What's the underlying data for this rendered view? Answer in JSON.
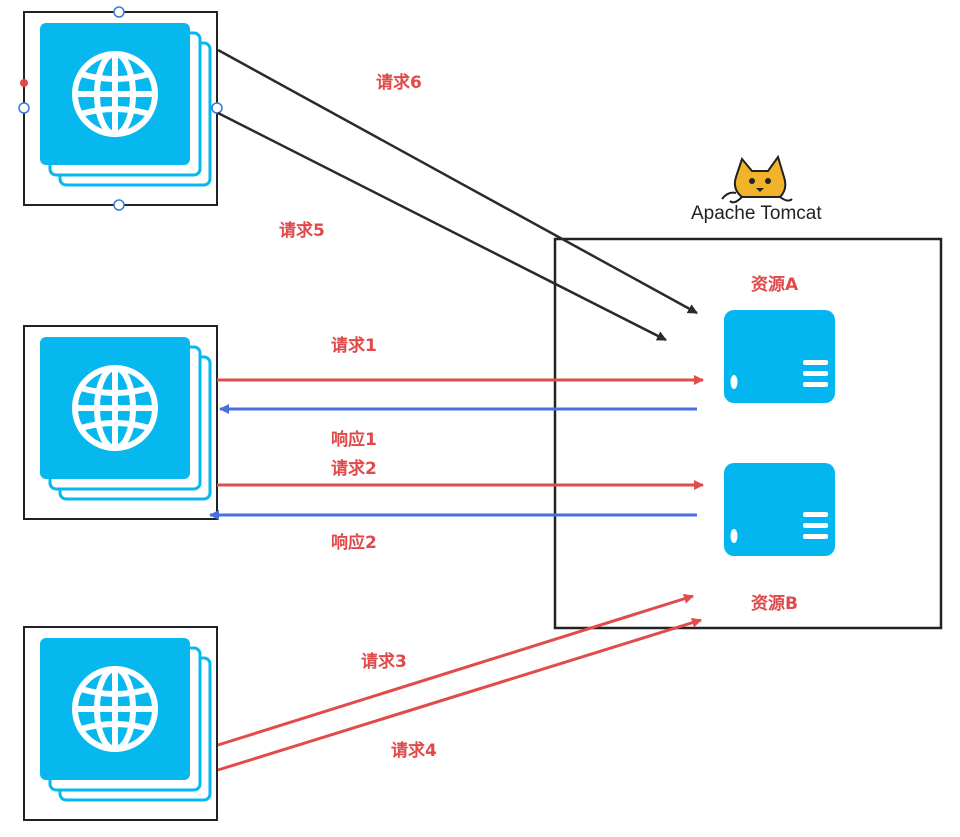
{
  "colors": {
    "request_arrow": "#e24b4b",
    "response_arrow": "#4a6fe3",
    "dark_arrow": "#2a2a2a",
    "label_red": "#e04a4a",
    "browser_blue": "#06b8ee",
    "server_blue": "#03b6ef",
    "box_border": "#222222"
  },
  "server": {
    "brand": "Apache Tomcat",
    "resource_a": "资源A",
    "resource_b": "资源B"
  },
  "labels": {
    "req1": "请求1",
    "resp1": "响应1",
    "req2": "请求2",
    "resp2": "响应2",
    "req3": "请求3",
    "req4": "请求4",
    "req5": "请求5",
    "req6": "请求6"
  },
  "icons": {
    "browser": "globe-browser-icon",
    "server": "server-icon",
    "logo": "tomcat-logo"
  }
}
